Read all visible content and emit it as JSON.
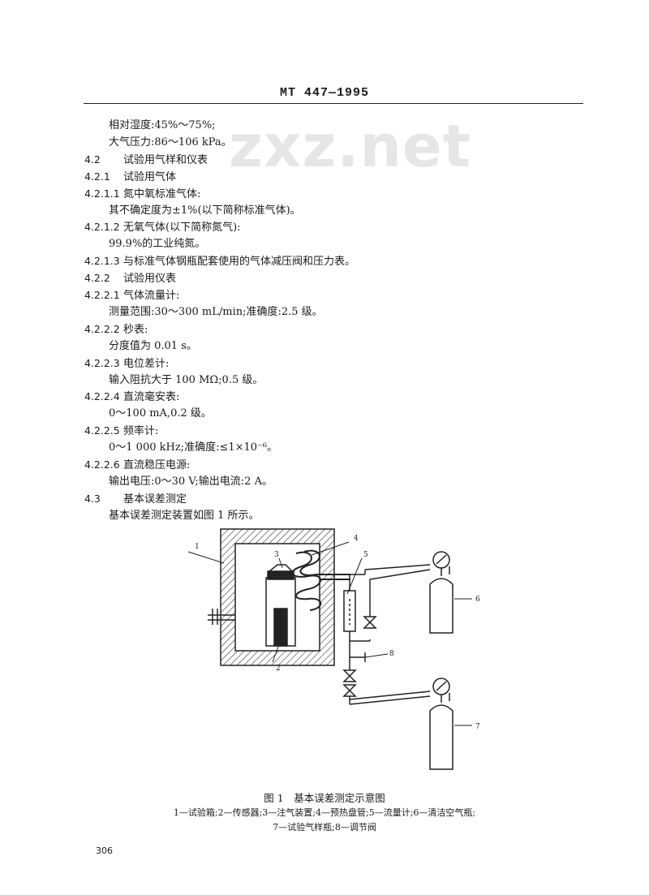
{
  "header": {
    "code": "MT 447—1995"
  },
  "watermark": "zxz.net",
  "lines": [
    {
      "num": "",
      "text": "相对湿度:45%～75%;"
    },
    {
      "num": "",
      "text": "大气压力:86～106 kPa。"
    },
    {
      "num": "4.2",
      "text": "试验用气样和仪表"
    },
    {
      "num": "4.2.1",
      "text": "试验用气体"
    },
    {
      "num": "4.2.1.1",
      "text": "氮中氧标准气体:"
    },
    {
      "num": "",
      "text": "其不确定度为±1%(以下简称标准气体)。"
    },
    {
      "num": "4.2.1.2",
      "text": "无氧气体(以下简称氮气):"
    },
    {
      "num": "",
      "text": "99.9%的工业纯氮。"
    },
    {
      "num": "4.2.1.3",
      "text": "与标准气体钢瓶配套使用的气体减压阀和压力表。"
    },
    {
      "num": "4.2.2",
      "text": "试验用仪表"
    },
    {
      "num": "4.2.2.1",
      "text": "气体流量计:"
    },
    {
      "num": "",
      "text": "测量范围:30～300 mL/min;准确度:2.5 级。"
    },
    {
      "num": "4.2.2.2",
      "text": "秒表:"
    },
    {
      "num": "",
      "text": "分度值为 0.01 s。"
    },
    {
      "num": "4.2.2.3",
      "text": "电位差计:"
    },
    {
      "num": "",
      "text": "输入阻抗大于 100 MΩ;0.5 级。"
    },
    {
      "num": "4.2.2.4",
      "text": "直流毫安表:"
    },
    {
      "num": "",
      "text": "0～100 mA,0.2 级。"
    },
    {
      "num": "4.2.2.5",
      "text": "频率计:"
    },
    {
      "num": "",
      "text": "0～1 000 kHz;准确度:≤1×10⁻⁶。"
    },
    {
      "num": "4.2.2.6",
      "text": "直流稳压电源:"
    },
    {
      "num": "",
      "text": "输出电压:0～30 V;输出电流:2 A。"
    },
    {
      "num": "4.3",
      "text": "基本误差测定"
    },
    {
      "num": "",
      "text": "基本误差测定装置如图 1 所示。"
    }
  ],
  "figure": {
    "labels": [
      "1",
      "2",
      "3",
      "4",
      "5",
      "6",
      "7",
      "8"
    ],
    "caption": "图 1　基本误差测定示意图",
    "legend_line1": "1—试验箱;2—传感器;3—注气装置;4—预热盘管;5—流量计;6—清洁空气瓶;",
    "legend_line2": "7—试验气样瓶;8—调节阀"
  },
  "page_number": "306"
}
